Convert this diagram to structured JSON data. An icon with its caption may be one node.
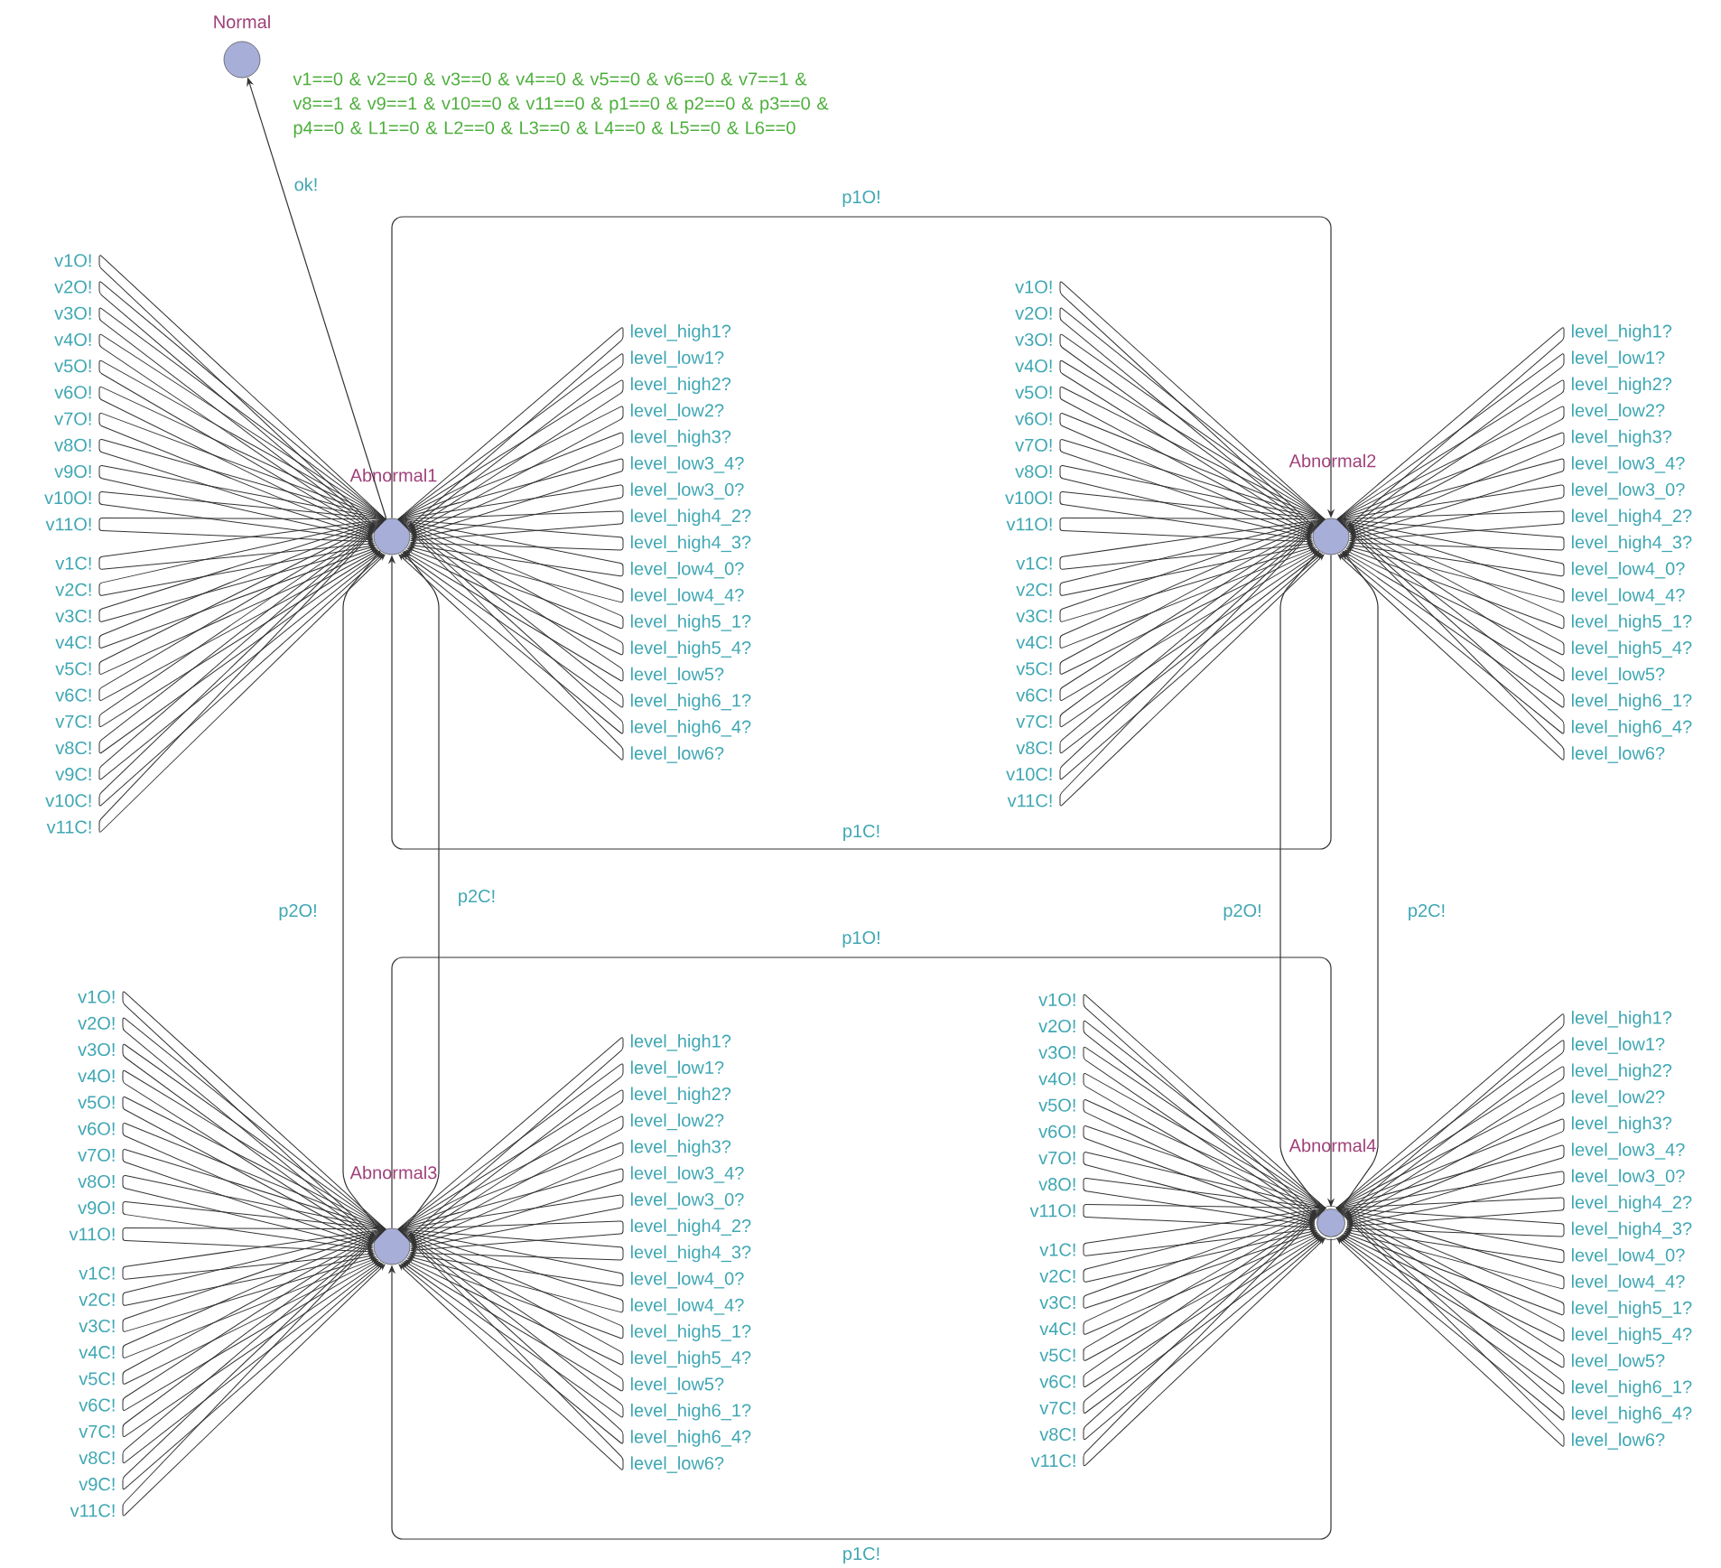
{
  "diagram": {
    "nodes": [
      {
        "text": [
          "Normal"
        ]
      },
      {
        "text": [
          "Abnormal1"
        ]
      },
      {
        "text": [
          "Abnormal2"
        ]
      },
      {
        "text": [
          "Abnormal3"
        ]
      },
      {
        "text": [
          "Abnormal4"
        ]
      }
    ],
    "edges": [
      {
        "from": 1,
        "to": 0,
        "arrow": "to",
        "label": "ok!"
      },
      {
        "from": 1,
        "to": 2,
        "arrow": "to",
        "label": "p1O!"
      },
      {
        "from": 2,
        "to": 1,
        "arrow": "to",
        "label": "p1C!"
      },
      {
        "from": 1,
        "to": 3,
        "arrow": "to",
        "label": "p2O!"
      },
      {
        "from": 3,
        "to": 1,
        "arrow": "to",
        "label": "p2C!"
      },
      {
        "from": 2,
        "to": 4,
        "arrow": "to",
        "label": "p2O!"
      },
      {
        "from": 4,
        "to": 2,
        "arrow": "to",
        "label": "p2C!"
      },
      {
        "from": 3,
        "to": 4,
        "arrow": "to",
        "label": "p1O!"
      },
      {
        "from": 4,
        "to": 3,
        "arrow": "to",
        "label": "p1C!"
      },
      {
        "from": 1,
        "to": 1,
        "arrow": "to",
        "label": "v1O!"
      },
      {
        "from": 1,
        "to": 1,
        "arrow": "to",
        "label": "v2O!"
      },
      {
        "from": 1,
        "to": 1,
        "arrow": "to",
        "label": "v3O!"
      },
      {
        "from": 1,
        "to": 1,
        "arrow": "to",
        "label": "v4O!"
      },
      {
        "from": 1,
        "to": 1,
        "arrow": "to",
        "label": "v5O!"
      },
      {
        "from": 1,
        "to": 1,
        "arrow": "to",
        "label": "v6O!"
      },
      {
        "from": 1,
        "to": 1,
        "arrow": "to",
        "label": "v7O!"
      },
      {
        "from": 1,
        "to": 1,
        "arrow": "to",
        "label": "v8O!"
      },
      {
        "from": 1,
        "to": 1,
        "arrow": "to",
        "label": "v9O!"
      },
      {
        "from": 1,
        "to": 1,
        "arrow": "to",
        "label": "v10O!"
      },
      {
        "from": 1,
        "to": 1,
        "arrow": "to",
        "label": "v11O!"
      },
      {
        "from": 1,
        "to": 1,
        "arrow": "to",
        "label": "v1C!"
      },
      {
        "from": 1,
        "to": 1,
        "arrow": "to",
        "label": "v2C!"
      },
      {
        "from": 1,
        "to": 1,
        "arrow": "to",
        "label": "v3C!"
      },
      {
        "from": 1,
        "to": 1,
        "arrow": "to",
        "label": "v4C!"
      },
      {
        "from": 1,
        "to": 1,
        "arrow": "to",
        "label": "v5C!"
      },
      {
        "from": 1,
        "to": 1,
        "arrow": "to",
        "label": "v6C!"
      },
      {
        "from": 1,
        "to": 1,
        "arrow": "to",
        "label": "v7C!"
      },
      {
        "from": 1,
        "to": 1,
        "arrow": "to",
        "label": "v8C!"
      },
      {
        "from": 1,
        "to": 1,
        "arrow": "to",
        "label": "v9C!"
      },
      {
        "from": 1,
        "to": 1,
        "arrow": "to",
        "label": "v10C!"
      },
      {
        "from": 1,
        "to": 1,
        "arrow": "to",
        "label": "v11C!"
      },
      {
        "from": 1,
        "to": 1,
        "arrow": "to",
        "label": "level_high1?"
      },
      {
        "from": 1,
        "to": 1,
        "arrow": "to",
        "label": "level_low1?"
      },
      {
        "from": 1,
        "to": 1,
        "arrow": "to",
        "label": "level_high2?"
      },
      {
        "from": 1,
        "to": 1,
        "arrow": "to",
        "label": "level_low2?"
      },
      {
        "from": 1,
        "to": 1,
        "arrow": "to",
        "label": "level_high3?"
      },
      {
        "from": 1,
        "to": 1,
        "arrow": "to",
        "label": "level_low3_4?"
      },
      {
        "from": 1,
        "to": 1,
        "arrow": "to",
        "label": "level_low3_0?"
      },
      {
        "from": 1,
        "to": 1,
        "arrow": "to",
        "label": "level_high4_2?"
      },
      {
        "from": 1,
        "to": 1,
        "arrow": "to",
        "label": "level_high4_3?"
      },
      {
        "from": 1,
        "to": 1,
        "arrow": "to",
        "label": "level_low4_0?"
      },
      {
        "from": 1,
        "to": 1,
        "arrow": "to",
        "label": "level_low4_4?"
      },
      {
        "from": 1,
        "to": 1,
        "arrow": "to",
        "label": "level_high5_1?"
      },
      {
        "from": 1,
        "to": 1,
        "arrow": "to",
        "label": "level_high5_4?"
      },
      {
        "from": 1,
        "to": 1,
        "arrow": "to",
        "label": "level_low5?"
      },
      {
        "from": 1,
        "to": 1,
        "arrow": "to",
        "label": "level_high6_1?"
      },
      {
        "from": 1,
        "to": 1,
        "arrow": "to",
        "label": "level_high6_4?"
      },
      {
        "from": 1,
        "to": 1,
        "arrow": "to",
        "label": "level_low6?"
      },
      {
        "from": 2,
        "to": 2,
        "arrow": "to",
        "label": "v1O!"
      },
      {
        "from": 2,
        "to": 2,
        "arrow": "to",
        "label": "v2O!"
      },
      {
        "from": 2,
        "to": 2,
        "arrow": "to",
        "label": "v3O!"
      },
      {
        "from": 2,
        "to": 2,
        "arrow": "to",
        "label": "v4O!"
      },
      {
        "from": 2,
        "to": 2,
        "arrow": "to",
        "label": "v5O!"
      },
      {
        "from": 2,
        "to": 2,
        "arrow": "to",
        "label": "v6O!"
      },
      {
        "from": 2,
        "to": 2,
        "arrow": "to",
        "label": "v7O!"
      },
      {
        "from": 2,
        "to": 2,
        "arrow": "to",
        "label": "v8O!"
      },
      {
        "from": 2,
        "to": 2,
        "arrow": "to",
        "label": "v10O!"
      },
      {
        "from": 2,
        "to": 2,
        "arrow": "to",
        "label": "v11O!"
      },
      {
        "from": 2,
        "to": 2,
        "arrow": "to",
        "label": "v1C!"
      },
      {
        "from": 2,
        "to": 2,
        "arrow": "to",
        "label": "v2C!"
      },
      {
        "from": 2,
        "to": 2,
        "arrow": "to",
        "label": "v3C!"
      },
      {
        "from": 2,
        "to": 2,
        "arrow": "to",
        "label": "v4C!"
      },
      {
        "from": 2,
        "to": 2,
        "arrow": "to",
        "label": "v5C!"
      },
      {
        "from": 2,
        "to": 2,
        "arrow": "to",
        "label": "v6C!"
      },
      {
        "from": 2,
        "to": 2,
        "arrow": "to",
        "label": "v7C!"
      },
      {
        "from": 2,
        "to": 2,
        "arrow": "to",
        "label": "v8C!"
      },
      {
        "from": 2,
        "to": 2,
        "arrow": "to",
        "label": "v10C!"
      },
      {
        "from": 2,
        "to": 2,
        "arrow": "to",
        "label": "v11C!"
      },
      {
        "from": 2,
        "to": 2,
        "arrow": "to",
        "label": "level_high1?"
      },
      {
        "from": 2,
        "to": 2,
        "arrow": "to",
        "label": "level_low1?"
      },
      {
        "from": 2,
        "to": 2,
        "arrow": "to",
        "label": "level_high2?"
      },
      {
        "from": 2,
        "to": 2,
        "arrow": "to",
        "label": "level_low2?"
      },
      {
        "from": 2,
        "to": 2,
        "arrow": "to",
        "label": "level_high3?"
      },
      {
        "from": 2,
        "to": 2,
        "arrow": "to",
        "label": "level_low3_4?"
      },
      {
        "from": 2,
        "to": 2,
        "arrow": "to",
        "label": "level_low3_0?"
      },
      {
        "from": 2,
        "to": 2,
        "arrow": "to",
        "label": "level_high4_2?"
      },
      {
        "from": 2,
        "to": 2,
        "arrow": "to",
        "label": "level_high4_3?"
      },
      {
        "from": 2,
        "to": 2,
        "arrow": "to",
        "label": "level_low4_0?"
      },
      {
        "from": 2,
        "to": 2,
        "arrow": "to",
        "label": "level_low4_4?"
      },
      {
        "from": 2,
        "to": 2,
        "arrow": "to",
        "label": "level_high5_1?"
      },
      {
        "from": 2,
        "to": 2,
        "arrow": "to",
        "label": "level_high5_4?"
      },
      {
        "from": 2,
        "to": 2,
        "arrow": "to",
        "label": "level_low5?"
      },
      {
        "from": 2,
        "to": 2,
        "arrow": "to",
        "label": "level_high6_1?"
      },
      {
        "from": 2,
        "to": 2,
        "arrow": "to",
        "label": "level_high6_4?"
      },
      {
        "from": 2,
        "to": 2,
        "arrow": "to",
        "label": "level_low6?"
      },
      {
        "from": 3,
        "to": 3,
        "arrow": "to",
        "label": "v1O!"
      },
      {
        "from": 3,
        "to": 3,
        "arrow": "to",
        "label": "v2O!"
      },
      {
        "from": 3,
        "to": 3,
        "arrow": "to",
        "label": "v3O!"
      },
      {
        "from": 3,
        "to": 3,
        "arrow": "to",
        "label": "v4O!"
      },
      {
        "from": 3,
        "to": 3,
        "arrow": "to",
        "label": "v5O!"
      },
      {
        "from": 3,
        "to": 3,
        "arrow": "to",
        "label": "v6O!"
      },
      {
        "from": 3,
        "to": 3,
        "arrow": "to",
        "label": "v7O!"
      },
      {
        "from": 3,
        "to": 3,
        "arrow": "to",
        "label": "v8O!"
      },
      {
        "from": 3,
        "to": 3,
        "arrow": "to",
        "label": "v9O!"
      },
      {
        "from": 3,
        "to": 3,
        "arrow": "to",
        "label": "v11O!"
      },
      {
        "from": 3,
        "to": 3,
        "arrow": "to",
        "label": "v1C!"
      },
      {
        "from": 3,
        "to": 3,
        "arrow": "to",
        "label": "v2C!"
      },
      {
        "from": 3,
        "to": 3,
        "arrow": "to",
        "label": "v3C!"
      },
      {
        "from": 3,
        "to": 3,
        "arrow": "to",
        "label": "v4C!"
      },
      {
        "from": 3,
        "to": 3,
        "arrow": "to",
        "label": "v5C!"
      },
      {
        "from": 3,
        "to": 3,
        "arrow": "to",
        "label": "v6C!"
      },
      {
        "from": 3,
        "to": 3,
        "arrow": "to",
        "label": "v7C!"
      },
      {
        "from": 3,
        "to": 3,
        "arrow": "to",
        "label": "v8C!"
      },
      {
        "from": 3,
        "to": 3,
        "arrow": "to",
        "label": "v9C!"
      },
      {
        "from": 3,
        "to": 3,
        "arrow": "to",
        "label": "v11C!"
      },
      {
        "from": 3,
        "to": 3,
        "arrow": "to",
        "label": "level_high1?"
      },
      {
        "from": 3,
        "to": 3,
        "arrow": "to",
        "label": "level_low1?"
      },
      {
        "from": 3,
        "to": 3,
        "arrow": "to",
        "label": "level_high2?"
      },
      {
        "from": 3,
        "to": 3,
        "arrow": "to",
        "label": "level_low2?"
      },
      {
        "from": 3,
        "to": 3,
        "arrow": "to",
        "label": "level_high3?"
      },
      {
        "from": 3,
        "to": 3,
        "arrow": "to",
        "label": "level_low3_4?"
      },
      {
        "from": 3,
        "to": 3,
        "arrow": "to",
        "label": "level_low3_0?"
      },
      {
        "from": 3,
        "to": 3,
        "arrow": "to",
        "label": "level_high4_2?"
      },
      {
        "from": 3,
        "to": 3,
        "arrow": "to",
        "label": "level_high4_3?"
      },
      {
        "from": 3,
        "to": 3,
        "arrow": "to",
        "label": "level_low4_0?"
      },
      {
        "from": 3,
        "to": 3,
        "arrow": "to",
        "label": "level_low4_4?"
      },
      {
        "from": 3,
        "to": 3,
        "arrow": "to",
        "label": "level_high5_1?"
      },
      {
        "from": 3,
        "to": 3,
        "arrow": "to",
        "label": "level_high5_4?"
      },
      {
        "from": 3,
        "to": 3,
        "arrow": "to",
        "label": "level_low5?"
      },
      {
        "from": 3,
        "to": 3,
        "arrow": "to",
        "label": "level_high6_1?"
      },
      {
        "from": 3,
        "to": 3,
        "arrow": "to",
        "label": "level_high6_4?"
      },
      {
        "from": 3,
        "to": 3,
        "arrow": "to",
        "label": "level_low6?"
      },
      {
        "from": 4,
        "to": 4,
        "arrow": "to",
        "label": "v1O!"
      },
      {
        "from": 4,
        "to": 4,
        "arrow": "to",
        "label": "v2O!"
      },
      {
        "from": 4,
        "to": 4,
        "arrow": "to",
        "label": "v3O!"
      },
      {
        "from": 4,
        "to": 4,
        "arrow": "to",
        "label": "v4O!"
      },
      {
        "from": 4,
        "to": 4,
        "arrow": "to",
        "label": "v5O!"
      },
      {
        "from": 4,
        "to": 4,
        "arrow": "to",
        "label": "v6O!"
      },
      {
        "from": 4,
        "to": 4,
        "arrow": "to",
        "label": "v7O!"
      },
      {
        "from": 4,
        "to": 4,
        "arrow": "to",
        "label": "v8O!"
      },
      {
        "from": 4,
        "to": 4,
        "arrow": "to",
        "label": "v11O!"
      },
      {
        "from": 4,
        "to": 4,
        "arrow": "to",
        "label": "v1C!"
      },
      {
        "from": 4,
        "to": 4,
        "arrow": "to",
        "label": "v2C!"
      },
      {
        "from": 4,
        "to": 4,
        "arrow": "to",
        "label": "v3C!"
      },
      {
        "from": 4,
        "to": 4,
        "arrow": "to",
        "label": "v4C!"
      },
      {
        "from": 4,
        "to": 4,
        "arrow": "to",
        "label": "v5C!"
      },
      {
        "from": 4,
        "to": 4,
        "arrow": "to",
        "label": "v6C!"
      },
      {
        "from": 4,
        "to": 4,
        "arrow": "to",
        "label": "v7C!"
      },
      {
        "from": 4,
        "to": 4,
        "arrow": "to",
        "label": "v8C!"
      },
      {
        "from": 4,
        "to": 4,
        "arrow": "to",
        "label": "v11C!"
      },
      {
        "from": 4,
        "to": 4,
        "arrow": "to",
        "label": "level_high1?"
      },
      {
        "from": 4,
        "to": 4,
        "arrow": "to",
        "label": "level_low1?"
      },
      {
        "from": 4,
        "to": 4,
        "arrow": "to",
        "label": "level_high2?"
      },
      {
        "from": 4,
        "to": 4,
        "arrow": "to",
        "label": "level_low2?"
      },
      {
        "from": 4,
        "to": 4,
        "arrow": "to",
        "label": "level_high3?"
      },
      {
        "from": 4,
        "to": 4,
        "arrow": "to",
        "label": "level_low3_4?"
      },
      {
        "from": 4,
        "to": 4,
        "arrow": "to",
        "label": "level_low3_0?"
      },
      {
        "from": 4,
        "to": 4,
        "arrow": "to",
        "label": "level_high4_2?"
      },
      {
        "from": 4,
        "to": 4,
        "arrow": "to",
        "label": "level_high4_3?"
      },
      {
        "from": 4,
        "to": 4,
        "arrow": "to",
        "label": "level_low4_0?"
      },
      {
        "from": 4,
        "to": 4,
        "arrow": "to",
        "label": "level_low4_4?"
      },
      {
        "from": 4,
        "to": 4,
        "arrow": "to",
        "label": "level_high5_1?"
      },
      {
        "from": 4,
        "to": 4,
        "arrow": "to",
        "label": "level_high5_4?"
      },
      {
        "from": 4,
        "to": 4,
        "arrow": "to",
        "label": "level_low5?"
      },
      {
        "from": 4,
        "to": 4,
        "arrow": "to",
        "label": "level_high6_1?"
      },
      {
        "from": 4,
        "to": 4,
        "arrow": "to",
        "label": "level_high6_4?"
      },
      {
        "from": 4,
        "to": 4,
        "arrow": "to",
        "label": "level_low6?"
      }
    ],
    "labels": [
      "v1==0 & v2==0 & v3==0 & v4==0 & v5==0 & v6==0 & v7==1 & v8==1 & v9==1 & v10==0 & v11==0 & p1==0 & p2==0 & p3==0 & p4==0 & L1==0 & L2==0 & L3==0 & L4==0 & L5==0 & L6==0"
    ]
  }
}
